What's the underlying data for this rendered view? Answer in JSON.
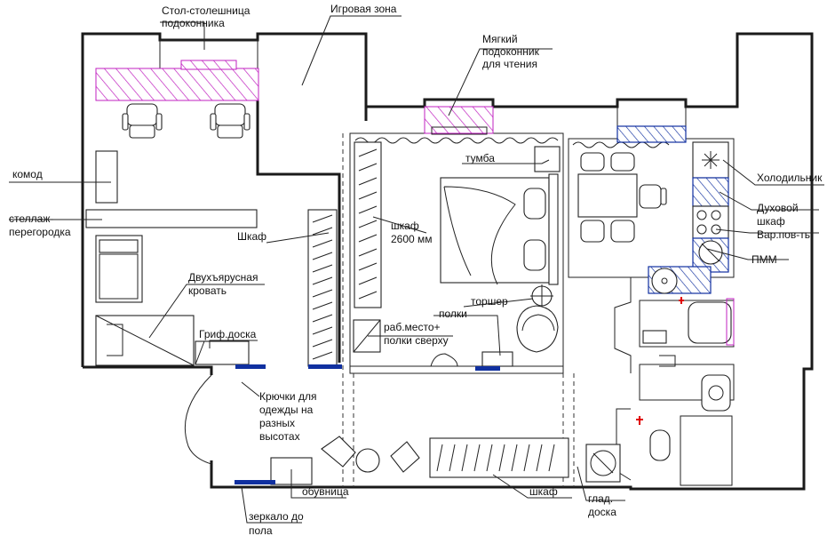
{
  "labels": {
    "desk_windowsill_1": "Стол-столешница",
    "desk_windowsill_2": "подоконника",
    "play_zone": "Игровая зона",
    "soft_sill_1": "Мягкий",
    "soft_sill_2": "подоконник",
    "soft_sill_3": "для чтения",
    "dresser": "комод",
    "shelf_partition_1": "стеллаж-",
    "shelf_partition_2": "перегородка",
    "wardrobe_left": "Шкаф",
    "bunk_bed_1": "Двухъярусная",
    "bunk_bed_2": "кровать",
    "chalkboard": "Гриф.доска",
    "hooks_1": "Крючки для",
    "hooks_2": "одежды на",
    "hooks_3": "разных",
    "hooks_4": "высотах",
    "shoe_cabinet": "обувница",
    "mirror_1": "зеркало до",
    "mirror_2": "пола",
    "nightstand": "тумба",
    "wardrobe_bed_1": "шкаф",
    "wardrobe_bed_2": "2600 мм",
    "floor_lamp": "торшер",
    "shelves": "полки",
    "workplace_1": "раб.место+",
    "workplace_2": "полки сверху",
    "wardrobe_hall": "шкаф",
    "ironing_1": "глад.",
    "ironing_2": "доска",
    "fridge": "Холодильник",
    "oven_1": "Духовой",
    "oven_2": "шкаф",
    "hob": "Вар.пов-ть",
    "dishwasher": "ПММ"
  },
  "colors": {
    "wall": "#1a1a1a",
    "accent_magenta": "#c020c0",
    "accent_blue": "#1030a0",
    "valve_red": "#e00000"
  }
}
